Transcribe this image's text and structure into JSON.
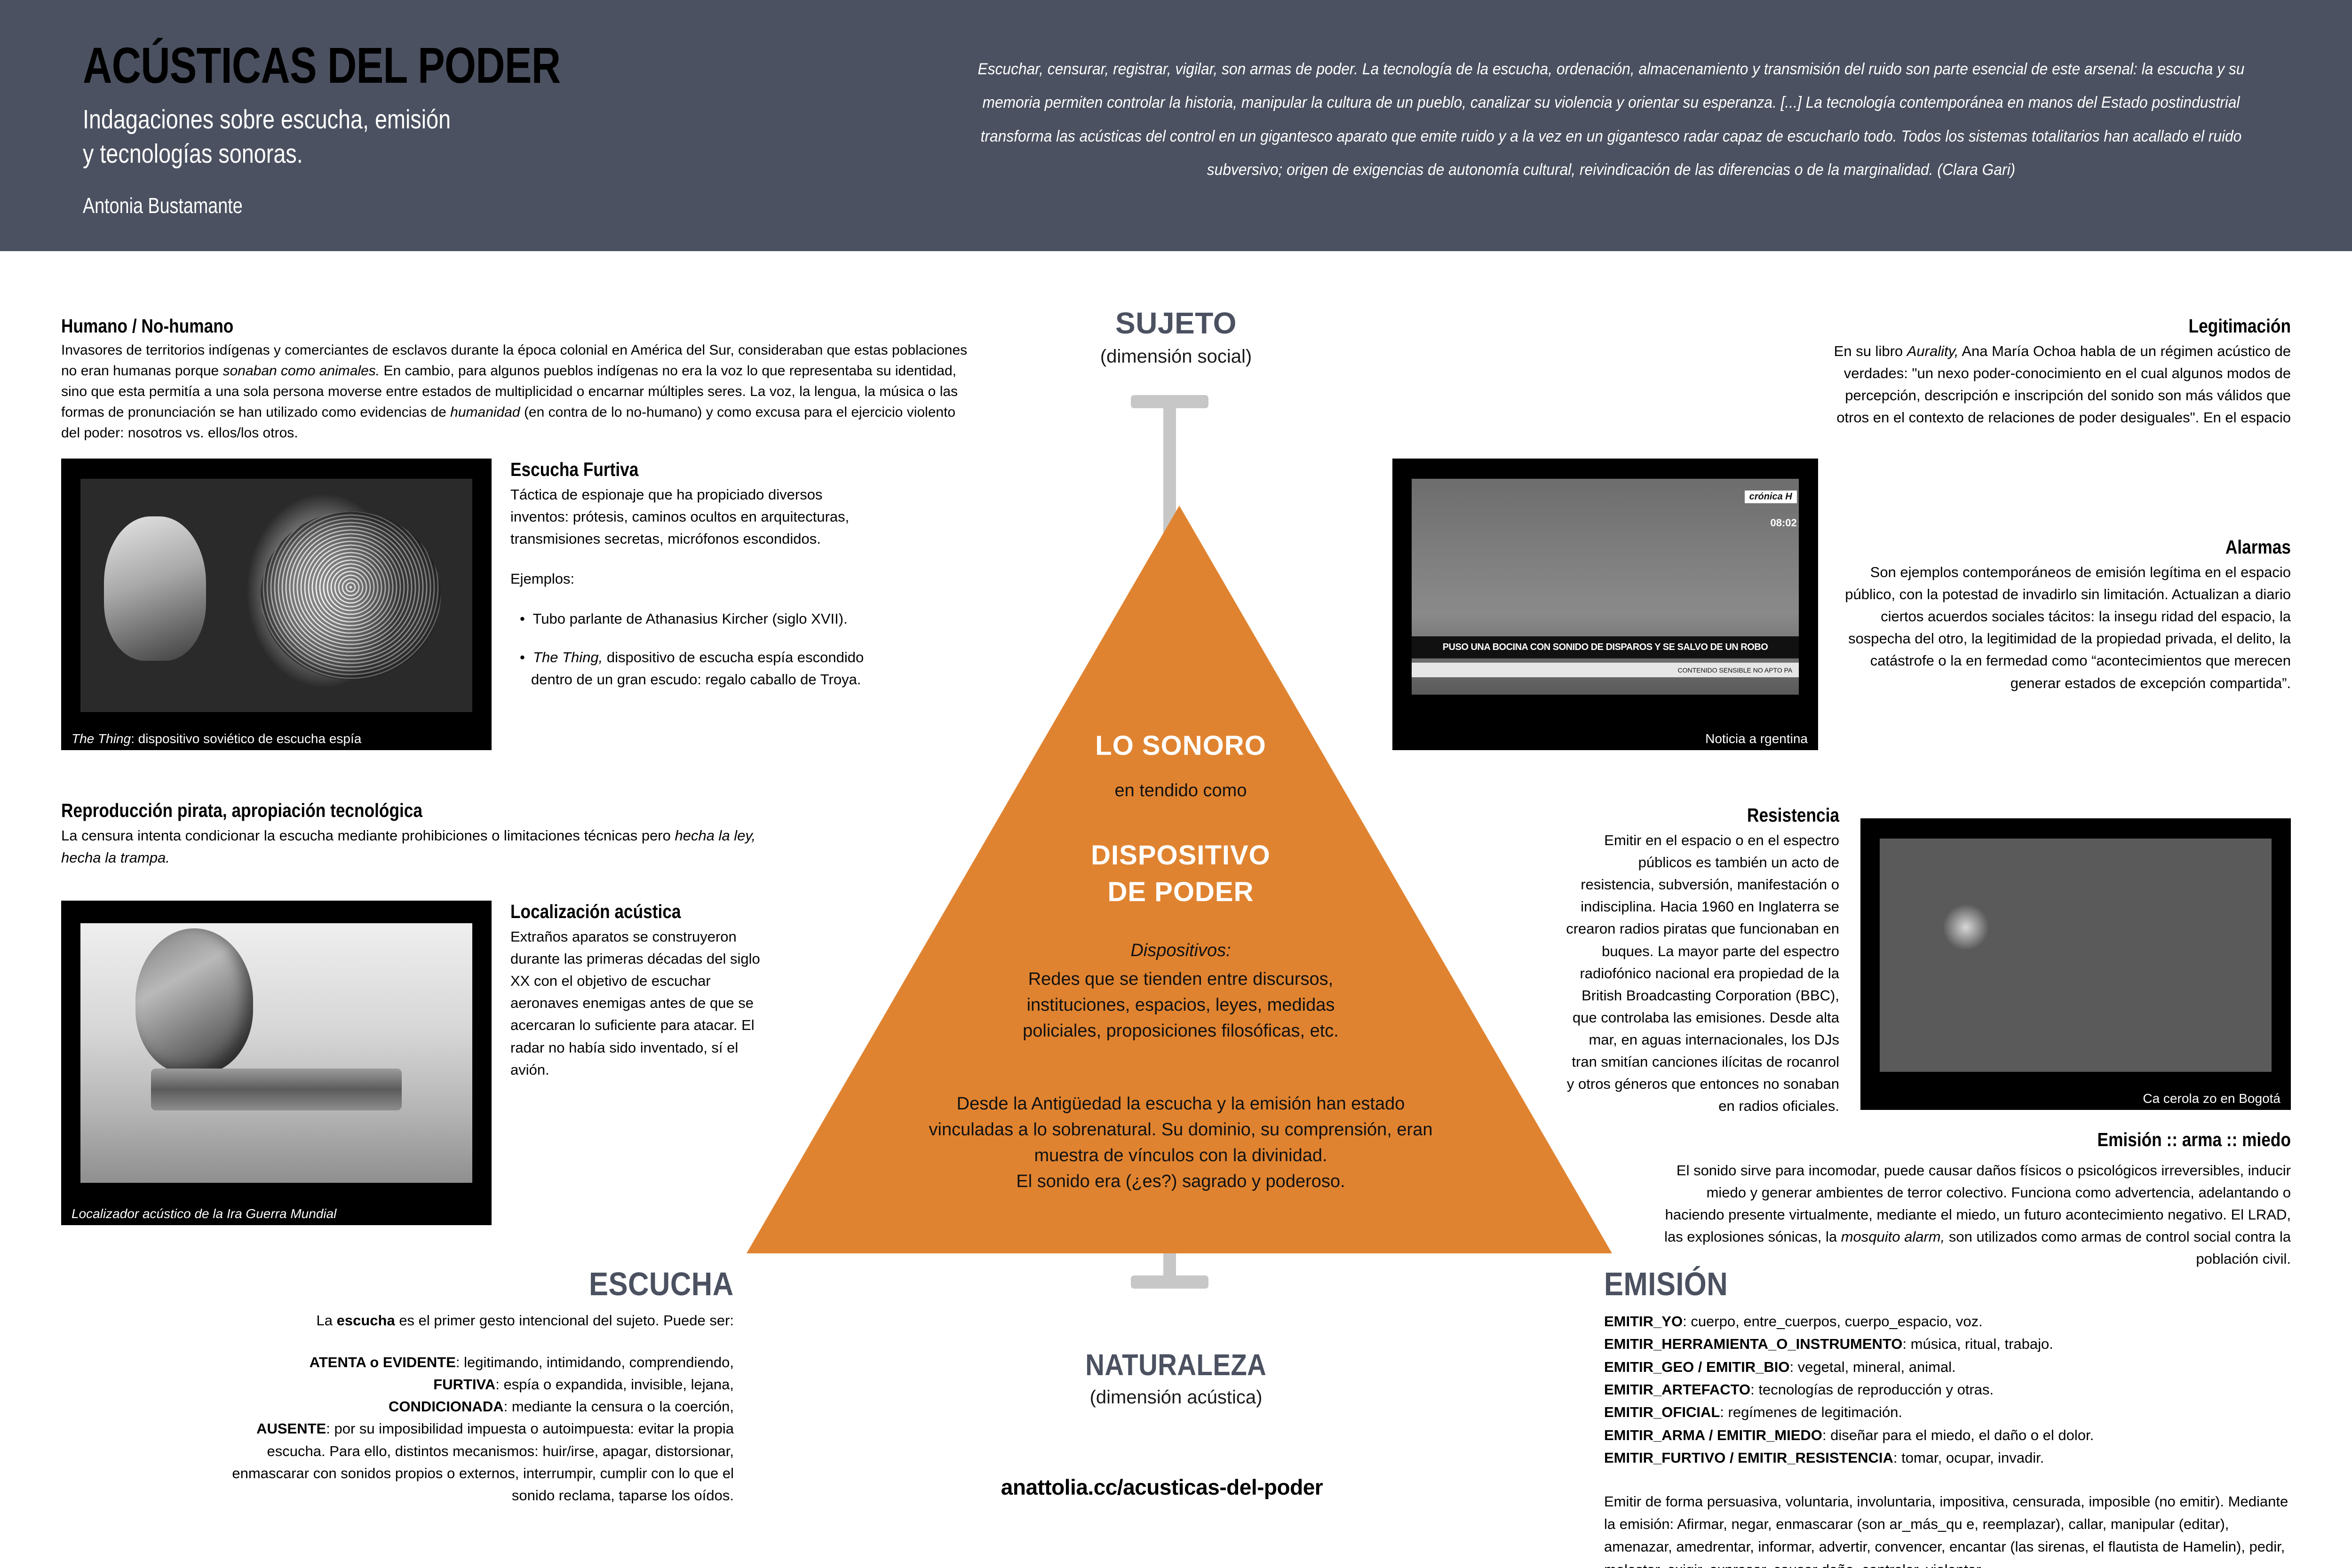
{
  "header": {
    "title": "ACÚSTICAS DEL PODER",
    "subtitle": "Indagaciones sobre escucha, emisión\ny tecnologías sonoras.",
    "author": "Antonia Bustamante",
    "quote": "Escuchar, censurar, registrar, vigilar, son armas de poder. La tecnología de la escucha, ordenación, almacenamiento y transmisión del ruido son parte esencial de este arsenal: la escucha y su memoria permiten controlar la historia, manipular la cultura de un pueblo, canalizar su violencia y orientar su esperanza. [...] La tecnología contemporánea en manos del Estado postindustrial transforma las acústicas del control en un gigantesco aparato que emite ruido y a la vez en un gigantesco radar capaz de escucharlo todo. Todos los sistemas totalitarios han acallado el ruido subversivo; origen de exigencias de autonomía cultural, reivindicación de las diferencias o de la marginalidad. (Clara Gari)",
    "bg_color": "#4b5160"
  },
  "axis": {
    "top_label": "SUJETO",
    "top_sub": "(dimensión social)",
    "bottom_label": "NATURALEZA",
    "bottom_sub": "(dimensión acústica)",
    "label_color": "#4b5160"
  },
  "triangle": {
    "accent_color": "#e08330",
    "line1": "LO SONORO",
    "line2": "en tendido como",
    "line3": "DISPOSITIVO\nDE PODER",
    "dispositivos_label": "Dispositivos:",
    "dispositivos_body": "Redes que se tienden entre discursos,\ninstituciones, espacios, leyes, medidas\npoliciales, proposiciones filosóficas, etc.",
    "antiguedad": "Desde la Antigüedad la escucha y la emisión han estado\nvinculadas a lo sobrenatural. Su dominio, su comprensión, eran\nmuestra de vínculos con la divinidad.\nEl sonido era (¿es?) sagrado y poderoso."
  },
  "left_column": {
    "humano": {
      "heading": "Humano / No-humano",
      "body_1": "Invasores de territorios indígenas y comerciantes de esclavos durante la época colonial en América del Sur, consideraban que estas poblaciones no eran humanas porque ",
      "italic_1": "sonaban como animales.",
      "body_2": " En cambio, para algunos pueblos indígenas no era la voz lo que representaba su identidad, sino que esta permitía a una sola persona moverse entre estados de multiplicidad o encarnar múltiples seres. La voz, la lengua, la música o las formas de pronunciación se han utilizado como evidencias de ",
      "italic_2": "humanidad",
      "body_3": " (en contra de lo no-humano) y como excusa para el ejercicio violento del poder: nosotros vs. ellos/los otros."
    },
    "escucha_furtiva": {
      "heading": "Escucha Furtiva",
      "body": "Táctica de espionaje que ha propiciado diversos inventos: prótesis, caminos ocultos en arquitecturas, transmisiones secretas, micrófonos escondidos.",
      "ejemplos_label": "Ejemplos:",
      "bullet_1": "Tubo parlante de Athanasius Kircher (siglo XVII).",
      "bullet_2_italic": "The Thing,",
      "bullet_2": " dispositivo de escucha espía escondido dentro de un gran escudo: regalo caballo de Troya."
    },
    "pirata": {
      "heading": "Reproducción pirata, apropiación tecnológica",
      "body_1": "La censura intenta condicionar la escucha mediante prohibiciones o limitaciones técnicas pero ",
      "italic_1": "hecha la ley, hecha la trampa."
    },
    "localizacion": {
      "heading": "Localización acústica",
      "body": "Extraños aparatos se construyeron durante las primeras décadas del siglo XX con el objetivo de escuchar aeronaves enemigas antes de que se acercaran lo suficiente para atacar. El radar no  había sido inventado, sí el avión."
    }
  },
  "right_column": {
    "legitimacion": {
      "heading": "Legitimación",
      "body_1": "En su libro ",
      "italic_1": "Aurality,",
      "body_2": " Ana María Ochoa habla de un régimen acústico de verdades: \"un nexo poder-conocimiento en el cual algunos modos de percepción, descripción e inscripción del sonido son más válidos que otros en el contexto de relaciones de poder desiguales\". En el espacio"
    },
    "alarmas": {
      "heading": "Alarmas",
      "body": "Son ejemplos contemporáneos de emisión legítima en el espacio público, con la potestad de invadirlo sin limitación. Actualizan a diario ciertos acuerdos sociales tácitos: la insegu ridad del espacio, la sospecha del otro, la legitimidad de la propiedad privada, el delito, la catástrofe o la en fermedad como “acontecimientos que merecen generar estados de excepción compartida”."
    },
    "resistencia": {
      "heading": "Resistencia",
      "body": "Emitir en el espacio o en el espectro públicos es también un acto de resistencia, subversión, manifestación o indisciplina. Hacia 1960 en Inglaterra se crearon radios piratas que funcionaban en buques. La mayor parte del espectro radiofónico nacional era propiedad de la British Broadcasting Corporation (BBC), que controlaba las emisiones. Desde alta mar, en aguas internacionales, los DJs tran smitían canciones ilícitas de rocanrol y otros géneros que entonces no sonaban en radios oficiales."
    },
    "emision_arma": {
      "heading": "Emisión :: arma  :: miedo",
      "body_1": "El sonido sirve para incomodar, puede causar daños físicos o psicológicos irreversibles, inducir miedo y generar ambientes de terror colectivo. Funciona como advertencia, adelantando o haciendo presente virtualmente, mediante el miedo, un futuro acontecimiento negativo. El LRAD, las explosiones sónicas, la ",
      "italic_1": "mosquito alarm,",
      "body_2": " son utilizados como armas de control social contra la población civil."
    }
  },
  "photos": [
    {
      "name": "the-thing",
      "caption_italic": "The Thing",
      "caption_rest": ": dispositivo soviético de escucha espía"
    },
    {
      "name": "localizador",
      "caption_italic": "Localizador acústico de la Ira Guerra Mundial",
      "caption_rest": ""
    },
    {
      "name": "noticia-argentina",
      "caption_italic": "",
      "caption_rest": "Noticia  a rgentina",
      "overlay_ticker": "PUSO UNA BOCINA CON SONIDO DE DISPAROS Y SE SALVO DE UN ROBO",
      "overlay_warning": "CONTENIDO SENSIBLE NO APTO PA",
      "overlay_brand": "crónica H",
      "overlay_time": "08:02"
    },
    {
      "name": "bogota",
      "caption_italic": "",
      "caption_rest": "Ca cerola zo en Bogotá"
    }
  ],
  "footer": {
    "escucha": {
      "title": "ESCUCHA",
      "intro_1": "La ",
      "intro_bold": "escucha",
      "intro_2": " es el primer gesto intencional del sujeto. Puede ser:",
      "items": [
        {
          "term": "ATENTA o EVIDENTE",
          "desc": ": legitimando, intimidando, comprendiendo,"
        },
        {
          "term": "FURTIVA",
          "desc": ": espía o expandida, invisible, lejana,"
        },
        {
          "term": "CONDICIONADA",
          "desc": ": mediante la censura o la coerción,"
        },
        {
          "term": "AUSENTE",
          "desc": ": por su imposibilidad impuesta o autoimpuesta: evitar la propia escucha. Para ello, distintos mecanismos: huir/irse, apagar, distorsionar, enmascarar con sonidos propios o externos, interrumpir, cumplir con lo que el sonido reclama, taparse los oídos."
        }
      ]
    },
    "emision": {
      "title": "EMISIÓN",
      "items": [
        {
          "term": "EMITIR_YO",
          "desc": ": cuerpo, entre_cuerpos, cuerpo_espacio, voz."
        },
        {
          "term": "EMITIR_HERRAMIENTA_O_INSTRUMENTO",
          "desc": ": música, ritual, trabajo."
        },
        {
          "term": "EMITIR_GEO / EMITIR_BIO",
          "desc": ": vegetal, mineral, animal."
        },
        {
          "term": "EMITIR_ARTEFACTO",
          "desc": ": tecnologías de reproducción  y otras."
        },
        {
          "term": "EMITIR_OFICIAL",
          "desc": ": regímenes de legitimación."
        },
        {
          "term": "EMITIR_ARMA / EMITIR_MIEDO",
          "desc": ": diseñar para el miedo, el daño o el dolor."
        },
        {
          "term": "EMITIR_FURTIVO / EMITIR_RESISTENCIA",
          "desc": ": tomar, ocupar, invadir."
        }
      ],
      "closing": "Emitir de forma persuasiva, voluntaria, involuntaria, impositiva, censurada, imposible (no emitir). Mediante la emisión: Afirmar, negar, enmascarar (son ar_más_qu e, reemplazar), callar, manipular (editar), amenazar, amedrentar, informar, advertir, convencer, encantar (las sirenas, el flautista de Hamelin), pedir, molestar, exigir, expresar, causar daño, controlar, violentar."
    },
    "url": "anattolia.cc/acusticas-del-poder"
  }
}
